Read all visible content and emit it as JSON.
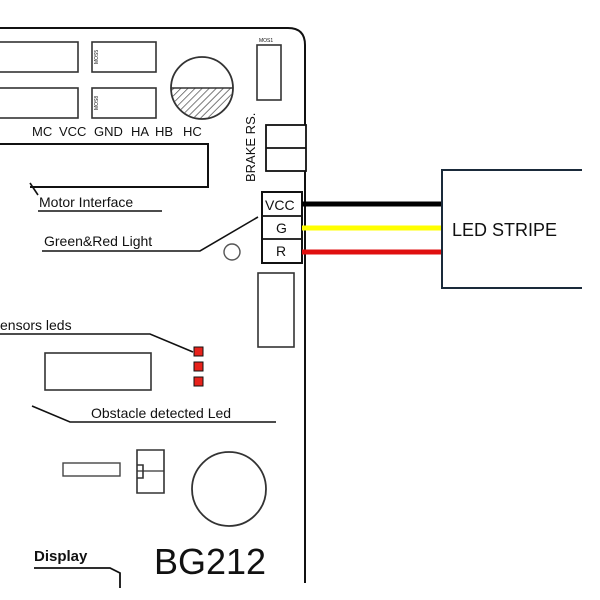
{
  "board": {
    "model": "BG212",
    "brake_label": "BRAKE RS.",
    "mos1_label": "MOS1",
    "mos_label_a": "MOS5",
    "mos_label_b": "MOS8"
  },
  "motor": {
    "pins": [
      "MC",
      "VCC",
      "GND",
      "HA",
      "HB",
      "HC"
    ],
    "interface_label": "Motor Interface"
  },
  "light": {
    "label": "Green&Red Light",
    "pins": [
      "VCC",
      "G",
      "R"
    ]
  },
  "sensors": {
    "label": "ensors leds"
  },
  "obstacle": {
    "label": "Obstacle detected Led"
  },
  "display": {
    "label": "Display"
  },
  "led_stripe": {
    "label": "LED STRIPE"
  },
  "colors": {
    "wire_vcc": "#000000",
    "wire_g": "#ffff00",
    "wire_r": "#e01010",
    "led_red": "#e8221c"
  }
}
